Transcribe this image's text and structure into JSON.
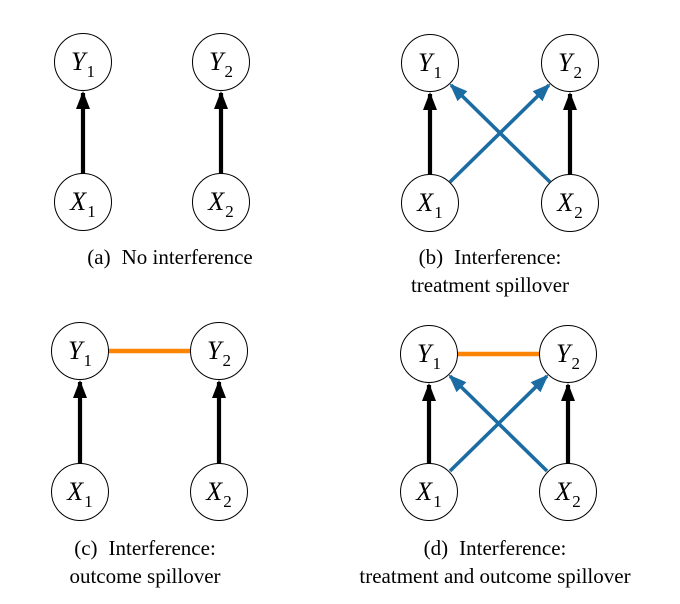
{
  "colors": {
    "background": "#ffffff",
    "node_fill": "#ffffff",
    "node_stroke": "#000000",
    "black_arrow": "#000000",
    "blue_arrow": "#1b6ca3",
    "orange_edge": "#fb8405",
    "text": "#000000"
  },
  "panels": [
    {
      "id": "a",
      "caption": {
        "label": "(a)",
        "lines": [
          "No interference"
        ]
      },
      "nodes": [
        {
          "id": "Y1",
          "base": "Y",
          "sub": "1"
        },
        {
          "id": "Y2",
          "base": "Y",
          "sub": "2"
        },
        {
          "id": "X1",
          "base": "X",
          "sub": "1"
        },
        {
          "id": "X2",
          "base": "X",
          "sub": "2"
        }
      ],
      "edges": [
        {
          "from": "X1",
          "to": "Y1",
          "type": "directed",
          "color": "black"
        },
        {
          "from": "X2",
          "to": "Y2",
          "type": "directed",
          "color": "black"
        }
      ]
    },
    {
      "id": "b",
      "caption": {
        "label": "(b)",
        "lines": [
          "Interference:",
          "treatment spillover"
        ]
      },
      "nodes": [
        {
          "id": "Y1",
          "base": "Y",
          "sub": "1"
        },
        {
          "id": "Y2",
          "base": "Y",
          "sub": "2"
        },
        {
          "id": "X1",
          "base": "X",
          "sub": "1"
        },
        {
          "id": "X2",
          "base": "X",
          "sub": "2"
        }
      ],
      "edges": [
        {
          "from": "X1",
          "to": "Y1",
          "type": "directed",
          "color": "black"
        },
        {
          "from": "X2",
          "to": "Y2",
          "type": "directed",
          "color": "black"
        },
        {
          "from": "X1",
          "to": "Y2",
          "type": "directed",
          "color": "blue"
        },
        {
          "from": "X2",
          "to": "Y1",
          "type": "directed",
          "color": "blue"
        }
      ]
    },
    {
      "id": "c",
      "caption": {
        "label": "(c)",
        "lines": [
          "Interference:",
          "outcome spillover"
        ]
      },
      "nodes": [
        {
          "id": "Y1",
          "base": "Y",
          "sub": "1"
        },
        {
          "id": "Y2",
          "base": "Y",
          "sub": "2"
        },
        {
          "id": "X1",
          "base": "X",
          "sub": "1"
        },
        {
          "id": "X2",
          "base": "X",
          "sub": "2"
        }
      ],
      "edges": [
        {
          "from": "X1",
          "to": "Y1",
          "type": "directed",
          "color": "black"
        },
        {
          "from": "X2",
          "to": "Y2",
          "type": "directed",
          "color": "black"
        },
        {
          "from": "Y1",
          "to": "Y2",
          "type": "undirected",
          "color": "orange"
        }
      ]
    },
    {
      "id": "d",
      "caption": {
        "label": "(d)",
        "lines": [
          "Interference:",
          "treatment and outcome spillover"
        ]
      },
      "nodes": [
        {
          "id": "Y1",
          "base": "Y",
          "sub": "1"
        },
        {
          "id": "Y2",
          "base": "Y",
          "sub": "2"
        },
        {
          "id": "X1",
          "base": "X",
          "sub": "1"
        },
        {
          "id": "X2",
          "base": "X",
          "sub": "2"
        }
      ],
      "edges": [
        {
          "from": "X1",
          "to": "Y1",
          "type": "directed",
          "color": "black"
        },
        {
          "from": "X2",
          "to": "Y2",
          "type": "directed",
          "color": "black"
        },
        {
          "from": "X1",
          "to": "Y2",
          "type": "directed",
          "color": "blue"
        },
        {
          "from": "X2",
          "to": "Y1",
          "type": "directed",
          "color": "blue"
        },
        {
          "from": "Y1",
          "to": "Y2",
          "type": "undirected",
          "color": "orange"
        }
      ]
    }
  ]
}
